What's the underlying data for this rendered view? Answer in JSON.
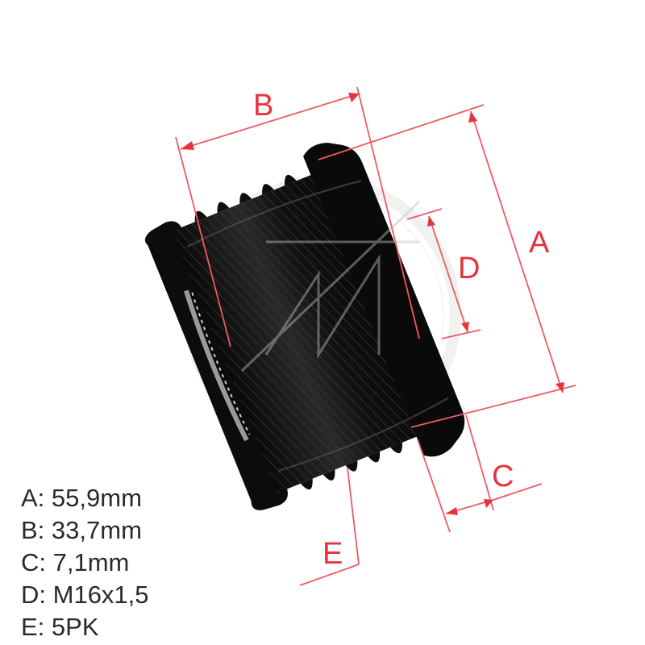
{
  "diagram": {
    "subject": "alternator-overrunning-pulley",
    "accent_color": "#e8323c",
    "dimension_labels": {
      "A": "A",
      "B": "B",
      "C": "C",
      "D": "D",
      "E": "E"
    }
  },
  "specs": [
    {
      "key": "A:",
      "value": "55,9mm"
    },
    {
      "key": "B:",
      "value": "33,7mm"
    },
    {
      "key": "C:",
      "value": "7,1mm"
    },
    {
      "key": "D:",
      "value": "M16x1,5"
    },
    {
      "key": "E:",
      "value": "5PK"
    }
  ]
}
